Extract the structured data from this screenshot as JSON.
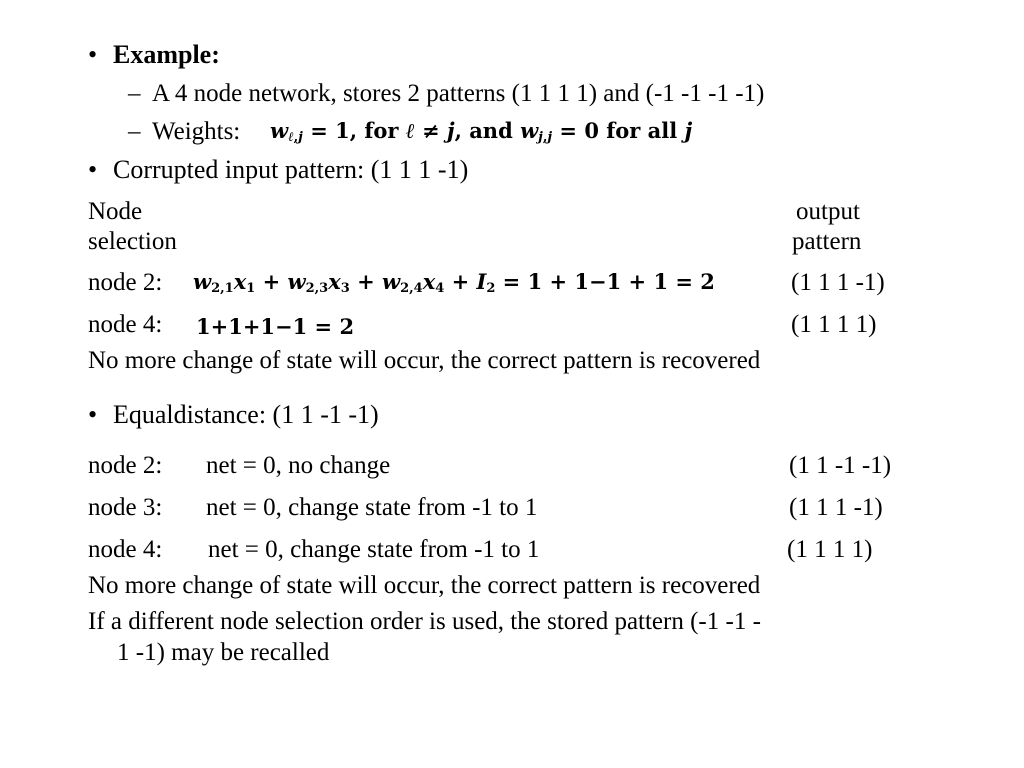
{
  "example": {
    "bullet": "•",
    "title": "Example:",
    "dash": "–",
    "line1": "A 4 node network, stores 2 patterns (1 1 1 1) and (-1 -1 -1 -1)",
    "weights_label": "Weights:",
    "weights_formula": "w_{ℓ,j} = 1, for ℓ ≠ j, and w_{j,j} = 0 for all j"
  },
  "corrupted": {
    "bullet": "•",
    "label": "Corrupted input pattern: (1 1 1 -1)",
    "header_node_1": "Node",
    "header_node_2": "selection",
    "header_output_1": "output",
    "header_output_2": "pattern",
    "rows": [
      {
        "node": "node 2:",
        "formula": "w_{2,1}x_1 + w_{2,3}x_3 + w_{2,4}x_4 + I_2 = 1 + 1 − 1 + 1 = 2",
        "output": "(1 1 1 -1)"
      },
      {
        "node": "node 4:",
        "formula": "1+1+1−1 = 2",
        "output": "(1 1 1 1)"
      }
    ],
    "conclusion": "No more change of state will occur, the correct pattern is recovered"
  },
  "equal": {
    "bullet": "•",
    "label": "Equaldistance: (1 1 -1 -1)",
    "rows": [
      {
        "node": "node 2:",
        "desc": "net = 0, no change",
        "output": "(1 1 -1 -1)"
      },
      {
        "node": "node 3:",
        "desc": "net = 0, change state from -1 to 1",
        "output": "(1 1 1 -1)"
      },
      {
        "node": "node 4:",
        "desc": "net = 0, change state from -1 to 1",
        "output": "(1 1 1 1)"
      }
    ],
    "conclusion": "No more change of state will occur, the correct pattern is recovered",
    "final_1": "If a different node selection order is used, the stored pattern (-1 -1 -",
    "final_2": "1 -1) may be recalled"
  }
}
